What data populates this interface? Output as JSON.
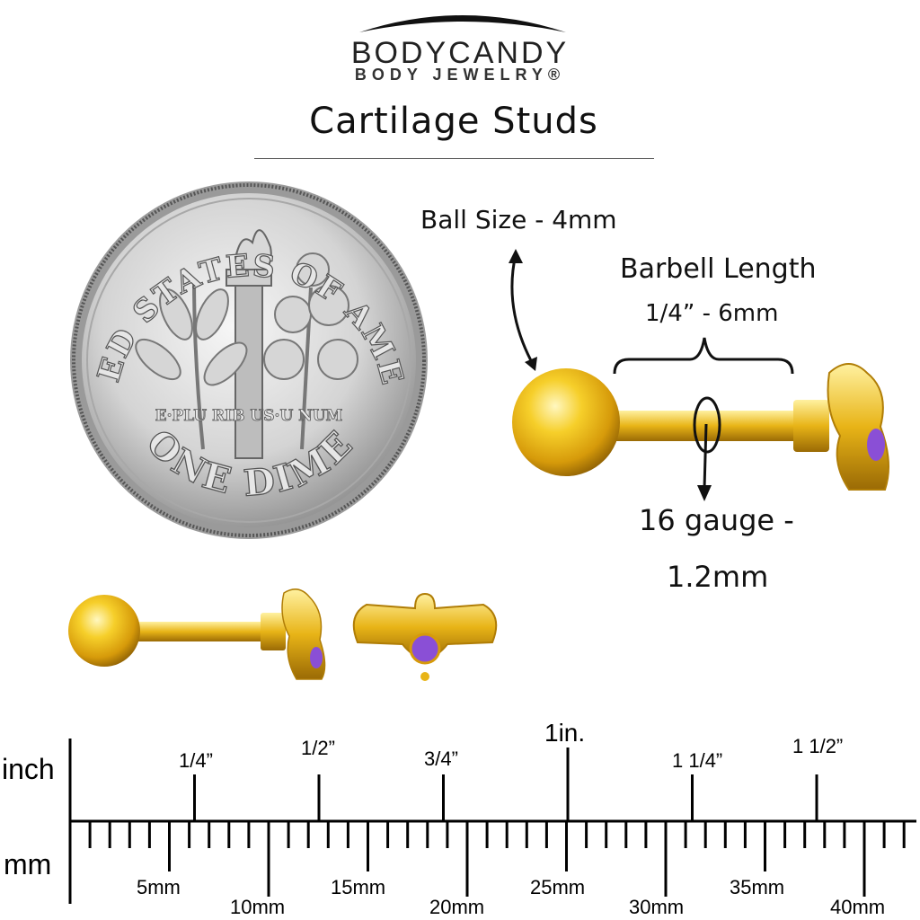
{
  "header": {
    "brand": "BODYCANDY",
    "brand_sub": "BODY JEWELRY®",
    "title": "Cartilage Studs"
  },
  "coin": {
    "top_text": "UNITED STATES OF AMERICA",
    "motto": "E·PLU RIB US·U NUM",
    "bottom_text": "ONE DIME"
  },
  "annotations": {
    "ball_size": "Ball Size - 4mm",
    "barbell_length": "Barbell Length",
    "barbell_value": "1/4” - 6mm",
    "gauge_line1": "16 gauge -",
    "gauge_line2": "1.2mm"
  },
  "ruler": {
    "inch_label": "inch",
    "mm_label": "mm",
    "inch_marks": [
      "1/4”",
      "1/2”",
      "3/4”",
      "1in.",
      "1 1/4”",
      "1 1/2”"
    ],
    "mm_marks": [
      "5mm",
      "10mm",
      "15mm",
      "20mm",
      "25mm",
      "30mm",
      "35mm",
      "40mm"
    ]
  },
  "colors": {
    "gold_light": "#fff3a8",
    "gold_mid": "#f0c419",
    "gold_dark": "#b07d06",
    "amethyst": "#8a4fd6",
    "coin_silver": "#c8c8c8"
  }
}
